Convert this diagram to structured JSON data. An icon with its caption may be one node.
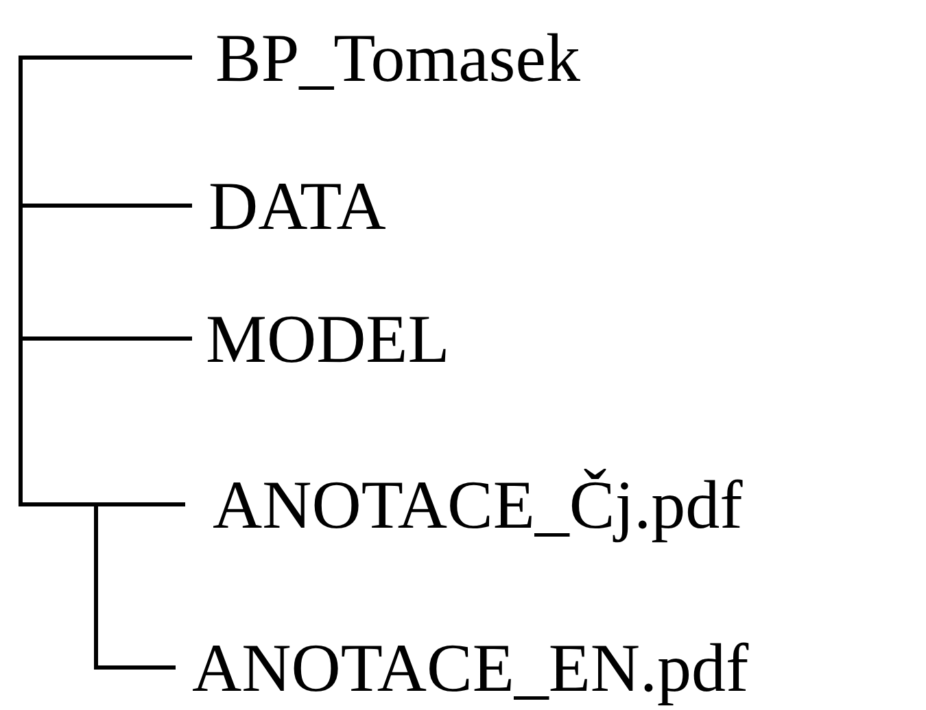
{
  "diagram": {
    "nodes": [
      {
        "text": [
          "BP_Tomasek"
        ]
      },
      {
        "text": [
          "DATA"
        ]
      },
      {
        "text": [
          "MODEL"
        ]
      },
      {
        "text": [
          "ANOTACE_Čj.pdf"
        ]
      },
      {
        "text": [
          "ANOTACE_EN.pdf"
        ]
      }
    ],
    "edges": [
      {
        "from": 0,
        "to": 1,
        "arrow": "none"
      },
      {
        "from": 0,
        "to": 2,
        "arrow": "none"
      },
      {
        "from": 0,
        "to": 3,
        "arrow": "none"
      },
      {
        "from": 0,
        "to": 4,
        "arrow": "none"
      }
    ]
  }
}
